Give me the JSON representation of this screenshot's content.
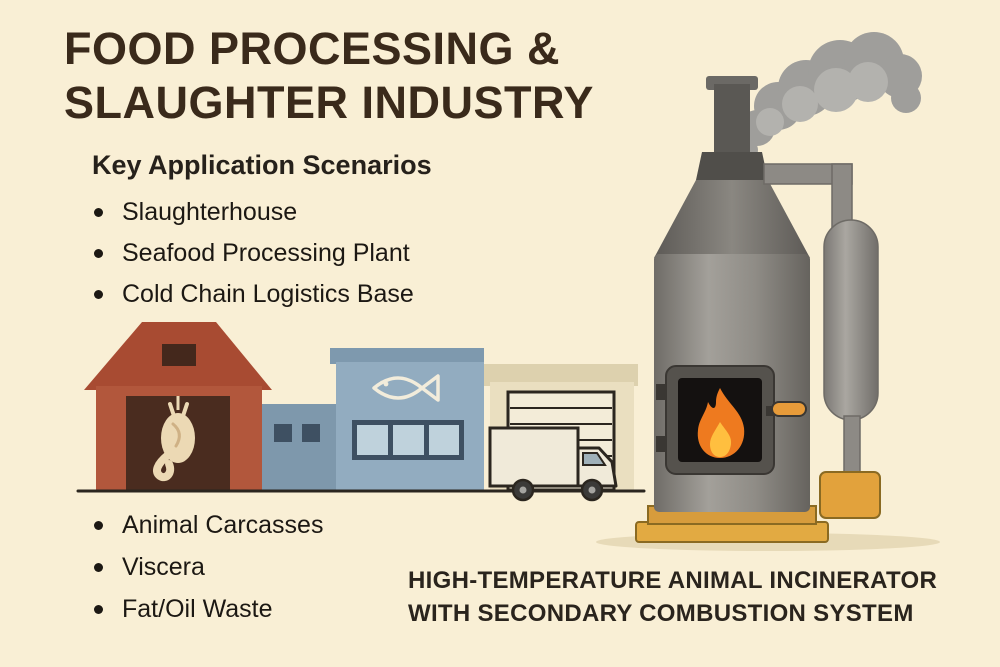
{
  "title": {
    "line1": "FOOD PROCESSING &",
    "line2": "SLAUGHTER INDUSTRY"
  },
  "scenarios": {
    "heading": "Key Application Scenarios",
    "items": [
      "Slaughterhouse",
      "Seafood Processing Plant",
      "Cold Chain Logistics Base"
    ]
  },
  "waste": {
    "items": [
      "Animal Carcasses",
      "Viscera",
      "Fat/Oil Waste"
    ]
  },
  "caption": {
    "line1": "HIGH-TEMPERATURE ANIMAL INCINERATOR",
    "line2": "WITH SECONDARY COMBUSTION SYSTEM"
  },
  "illustration": {
    "icons": [
      "slaughterhouse-barn-icon",
      "hanging-poultry-icon",
      "fish-icon",
      "seafood-plant-icon",
      "cold-chain-warehouse-icon",
      "delivery-truck-icon",
      "incinerator-icon",
      "flame-icon",
      "smoke-icon"
    ]
  },
  "colors": {
    "background": "#f9efd5",
    "title_text": "#3a2a1b",
    "body_text": "#1c1813",
    "barn_red": "#b2573c",
    "barn_roof": "#a84b32",
    "plant_blue": "#92acc0",
    "warehouse_beige": "#eadfc0",
    "incinerator_gray": "#8f8c86",
    "flame_orange": "#ee7a1f",
    "flame_yellow": "#ffbf3f",
    "accent_orange": "#e2aa42",
    "smoke_gray": "#9f9e9b"
  }
}
